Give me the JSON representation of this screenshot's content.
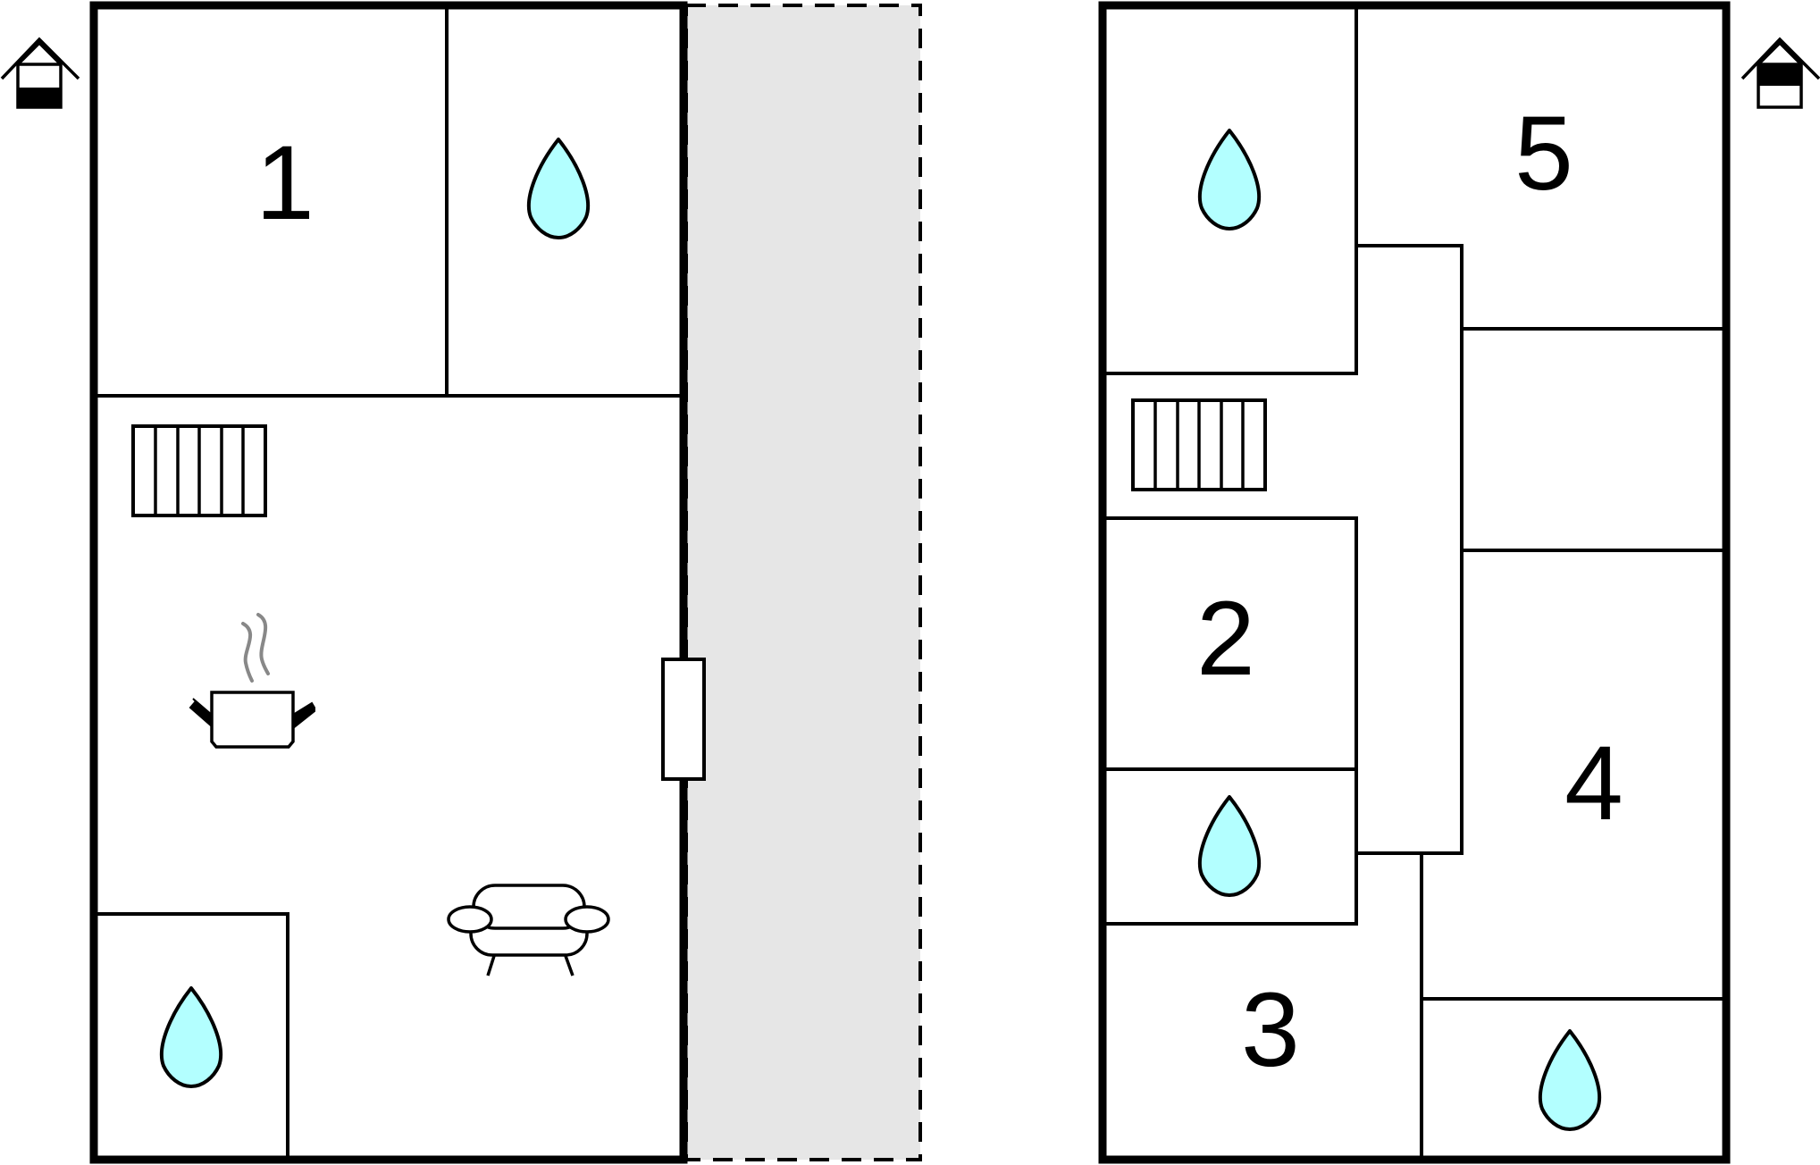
{
  "floors": [
    {
      "id": "ground-floor",
      "indicator_icon": "house-ground-floor-icon",
      "rooms": [
        {
          "number": "1"
        }
      ]
    },
    {
      "id": "upper-floor",
      "indicator_icon": "house-upper-floor-icon",
      "rooms": [
        {
          "number": "5"
        },
        {
          "number": "2"
        },
        {
          "number": "4"
        },
        {
          "number": "3"
        }
      ]
    }
  ],
  "icons": {
    "bathroom": "water-drop-icon",
    "stairs": "stairs-icon",
    "kitchen": "cooking-pot-icon",
    "living": "sofa-icon",
    "terrace": "terrace-area",
    "door": "door-icon"
  },
  "colors": {
    "walls": "#000000",
    "water": "#b3ffff",
    "terrace": "#e6e6e6",
    "steam": "#888888"
  }
}
